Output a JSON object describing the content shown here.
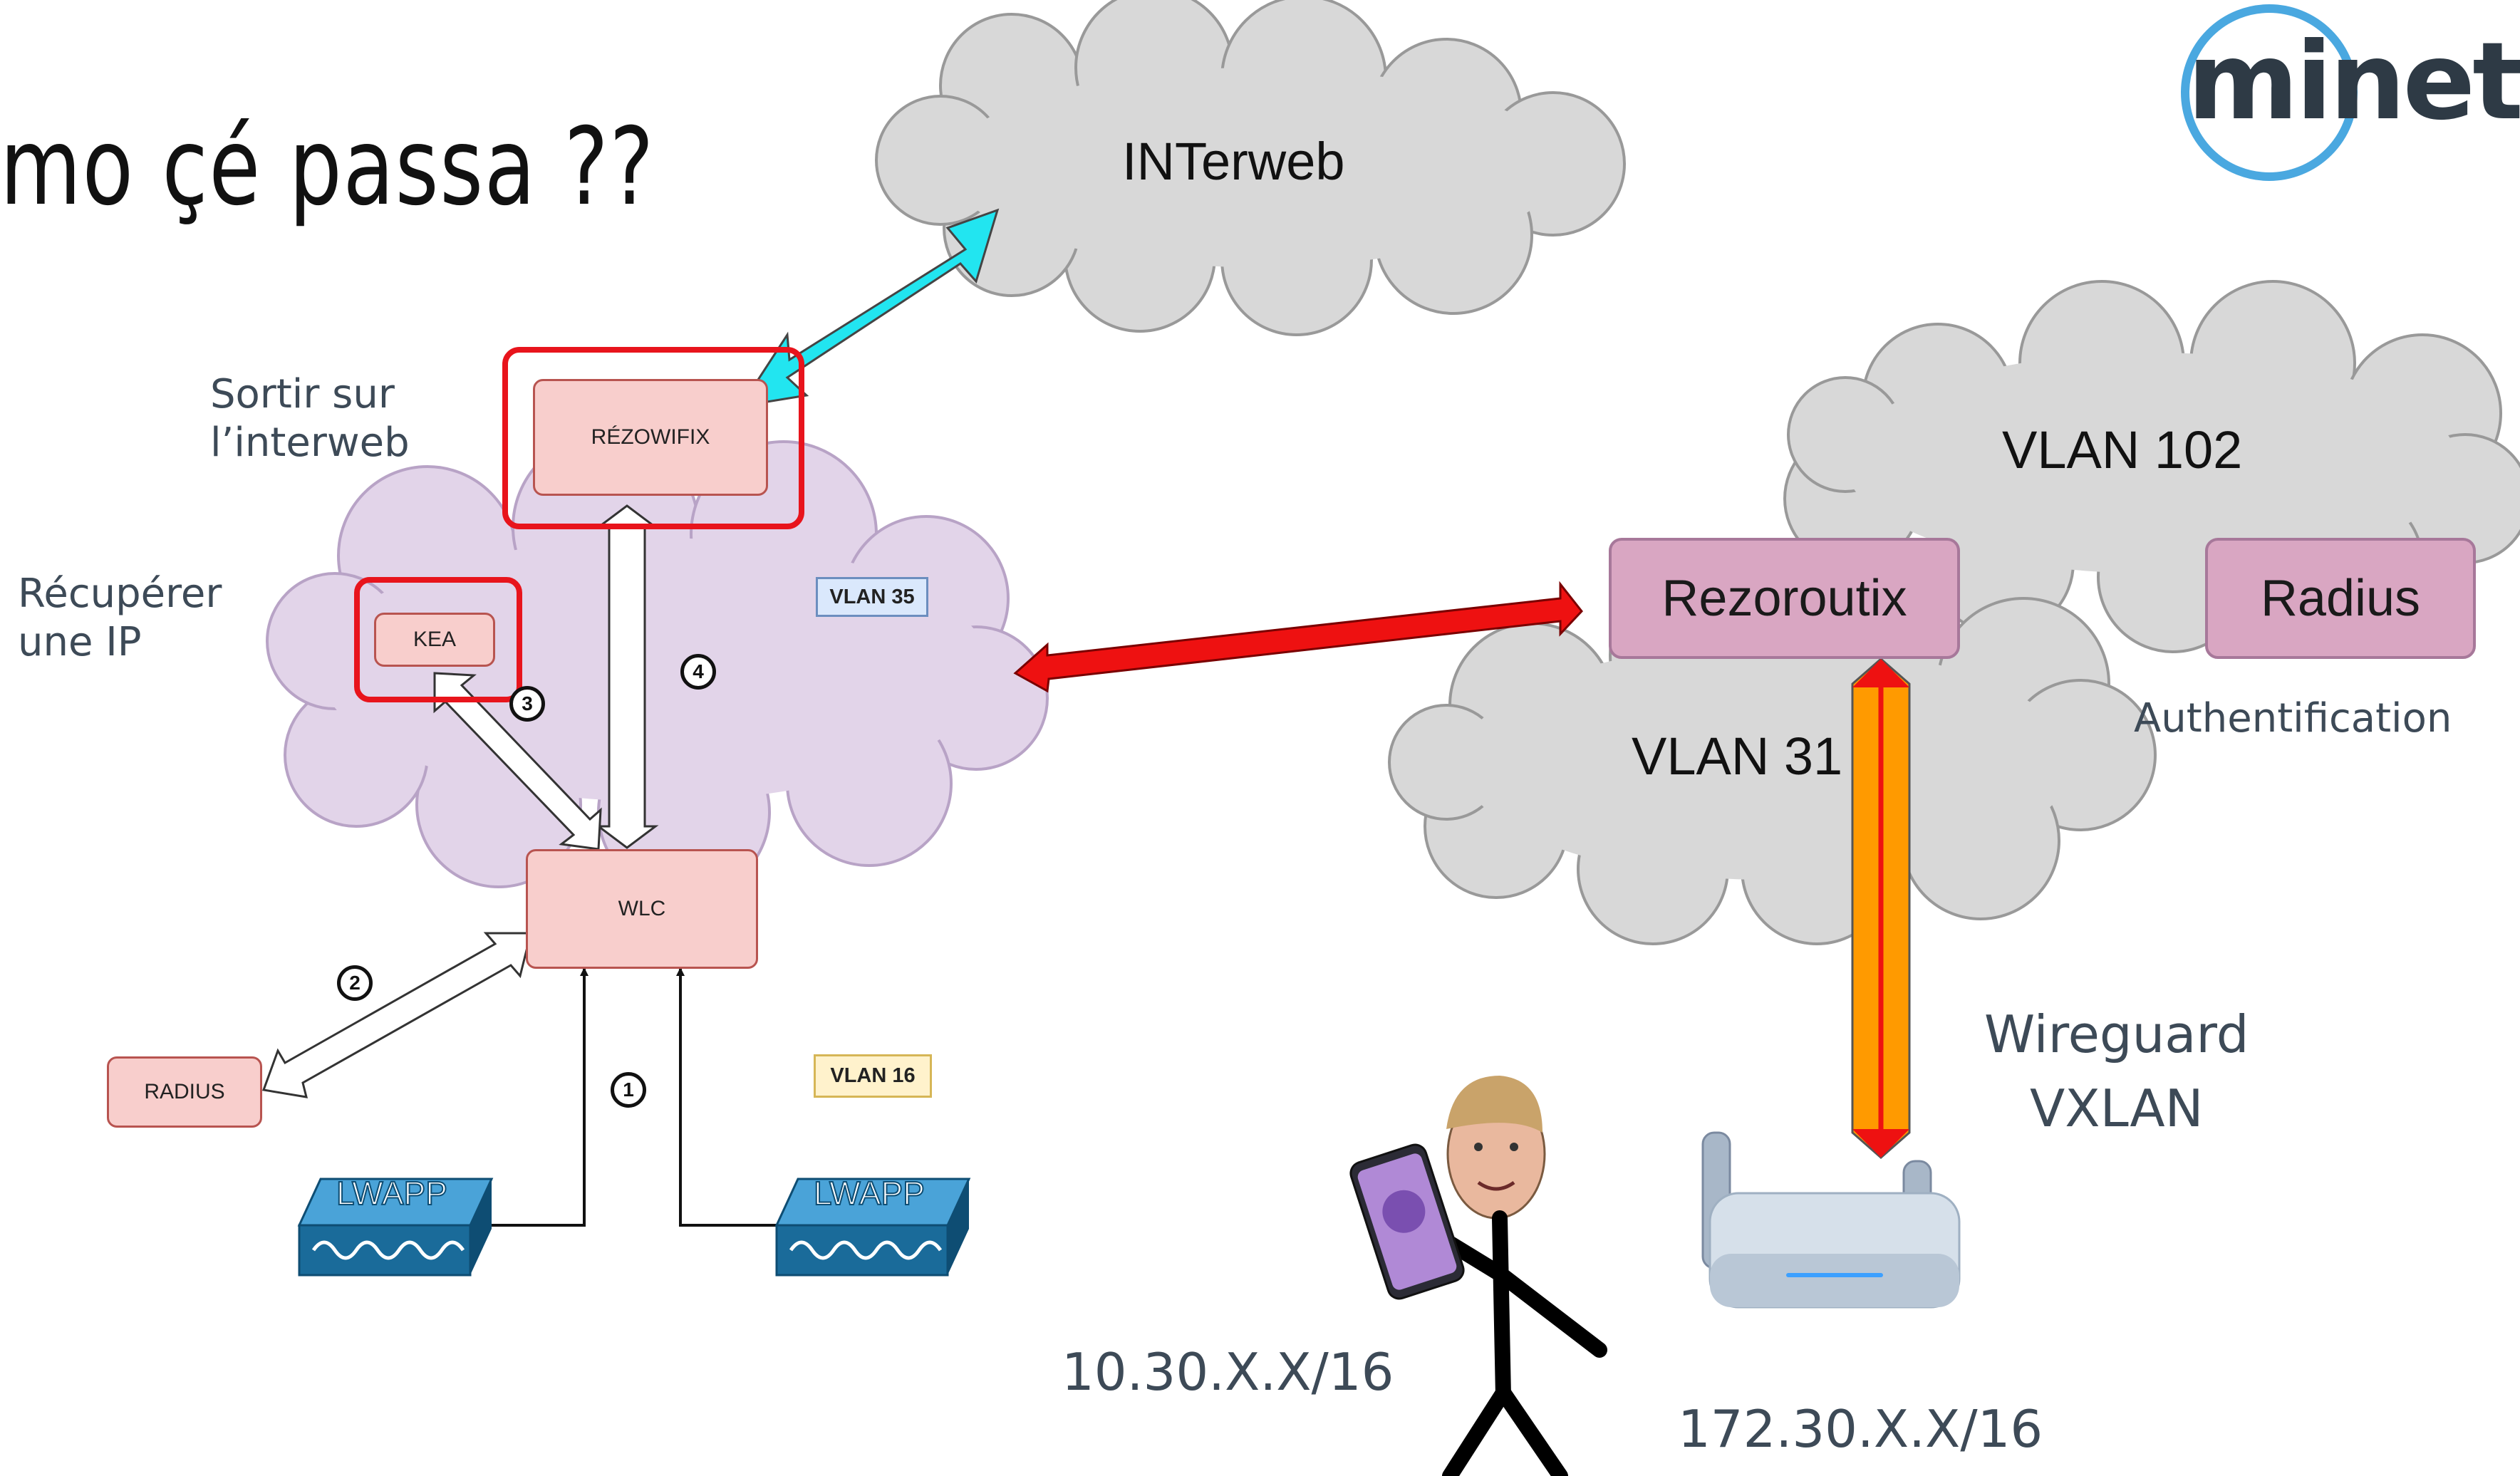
{
  "title": "mo çé passa ??",
  "logo": {
    "text": "minet",
    "accent": "#4aa8e0"
  },
  "notes": {
    "sortir": "Sortir sur\nl’interweb",
    "recuperer": "Récupérer\nune IP",
    "authentification": "Authentification",
    "tunnel": "Wireguard\nVXLAN",
    "client_ip": "10.30.X.X/16",
    "router_ip": "172.30.X.X/16"
  },
  "clouds": {
    "internet": "INTerweb",
    "vlan102": "VLAN 102",
    "vlan31": "VLAN 31"
  },
  "boxes": {
    "rezowifix": "RÉZOWIFIX",
    "kea": "KEA",
    "wlc": "WLC",
    "radius_small": "RADIUS",
    "rezoroutix": "Rezoroutix",
    "radius_big": "Radius"
  },
  "vlan_tags": {
    "vlan35": "VLAN 35",
    "vlan16": "VLAN 16"
  },
  "steps": [
    "1",
    "2",
    "3",
    "4"
  ],
  "access_points": [
    {
      "label": "LWAPP"
    },
    {
      "label": "LWAPP"
    }
  ],
  "colors": {
    "highlight": "#e8141c",
    "arrow_internet": "#22e5f0",
    "arrow_red": "#ee1111",
    "tunnel_fill": "#ff9a00",
    "vlan35_cloud": "#e2d4e9",
    "grey_cloud": "#d8d8d8",
    "box_small_fill": "#f8cecc",
    "box_big_fill": "#d9a6c2",
    "ap_blue": "#1a6b9a"
  }
}
